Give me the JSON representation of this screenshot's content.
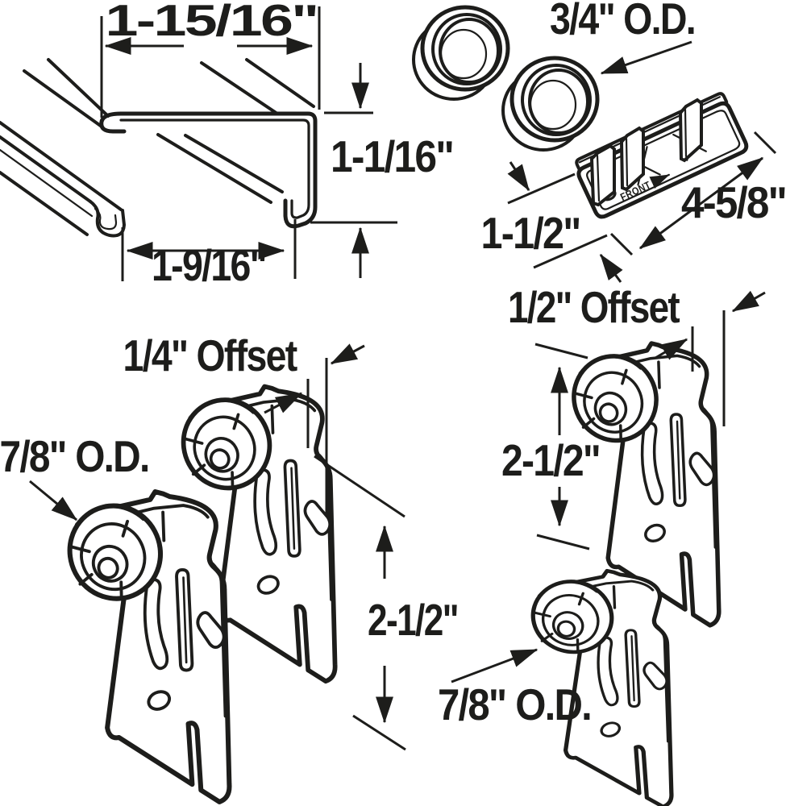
{
  "colors": {
    "line": "#1d1d1b",
    "background": "#ffffff"
  },
  "labels": {
    "track": {
      "top_width": "1-15/16\"",
      "height": "1-1/16\"",
      "bottom_width": "1-9/16\""
    },
    "cups": {
      "outer_diameter": "3/4\" O.D."
    },
    "guide": {
      "width": "1-1/2\"",
      "length": "4-5/8\"",
      "front_marking": "FRONT"
    },
    "left_rollers": {
      "offset": "1/4\" Offset",
      "wheel_od": "7/8\" O.D.",
      "height": "2-1/2\""
    },
    "right_rollers": {
      "offset": "1/2\" Offset",
      "height": "2-1/2\"",
      "wheel_od": "7/8\" O.D."
    }
  },
  "parts": [
    {
      "name": "track-cross-section"
    },
    {
      "name": "finger-pull-cup-rear"
    },
    {
      "name": "finger-pull-cup-front"
    },
    {
      "name": "floor-guide"
    },
    {
      "name": "roller-bracket-left-rear"
    },
    {
      "name": "roller-bracket-left-front"
    },
    {
      "name": "roller-bracket-right-top"
    },
    {
      "name": "roller-bracket-right-bottom"
    }
  ]
}
